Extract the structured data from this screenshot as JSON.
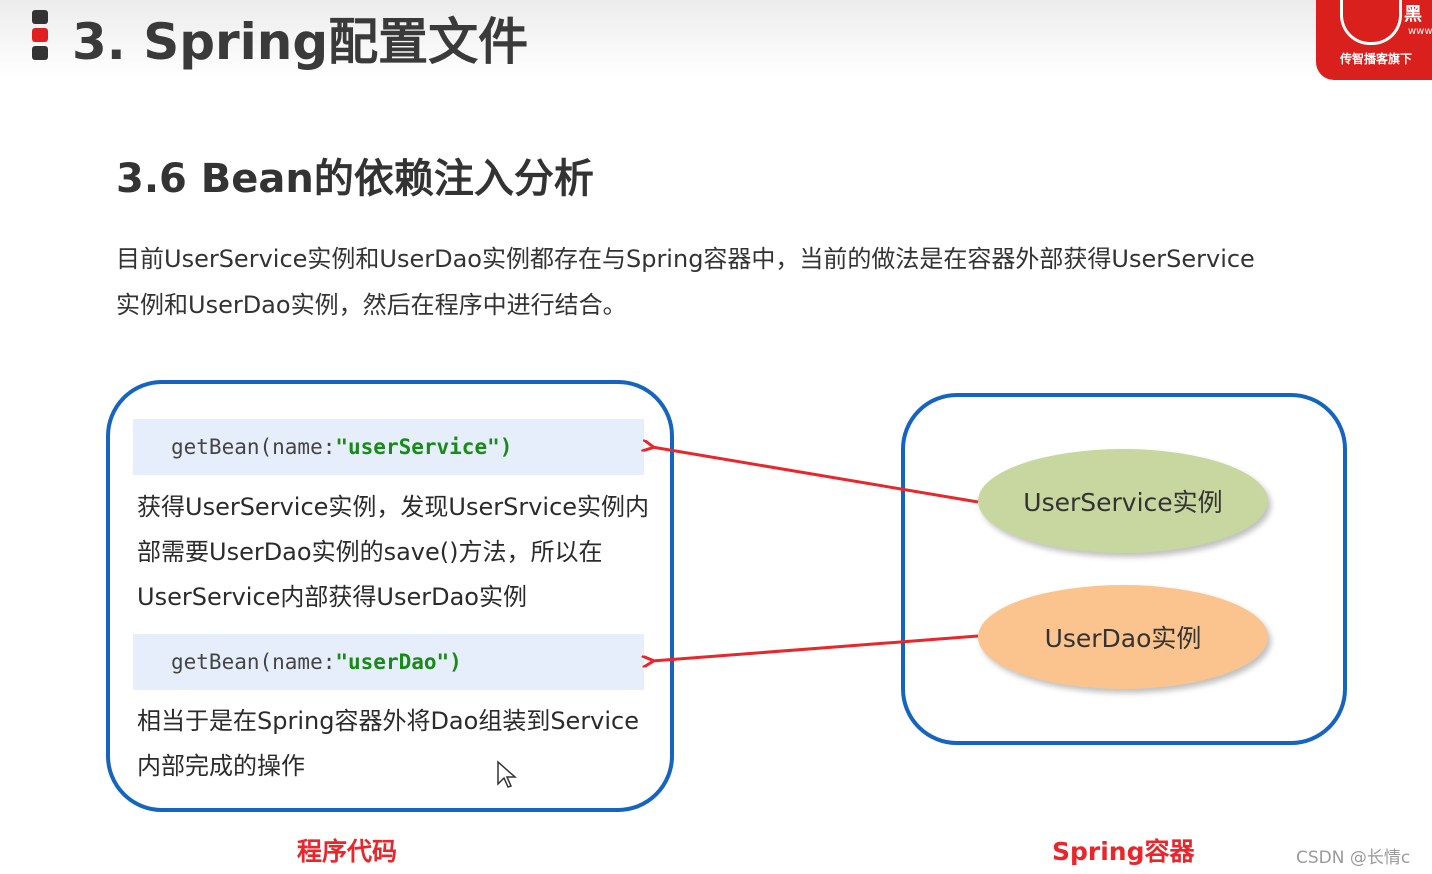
{
  "header": {
    "title": "3. Spring配置文件",
    "logo_text": [
      "黑",
      "www",
      "传智播客旗下"
    ]
  },
  "section_title": "3.6 Bean的依赖注入分析",
  "description": [
    "目前UserService实例和UserDao实例都存在与Spring容器中，当前的做法是在容器外部获得UserService",
    "实例和UserDao实例，然后在程序中进行结合。"
  ],
  "program_code": {
    "caption": "程序代码",
    "code_1": {
      "prefix": "getBean(name:",
      "string": "\"userService\")"
    },
    "note_1": [
      "获得UserService实例，发现UserSrvice实例内",
      "部需要UserDao实例的save()方法，所以在",
      "UserService内部获得UserDao实例"
    ],
    "code_2": {
      "prefix": "getBean(name:",
      "string": "\"userDao\")"
    },
    "note_2": [
      "相当于是在Spring容器外将Dao组装到Service",
      "内部完成的操作"
    ]
  },
  "spring_container": {
    "caption": "Spring容器",
    "service_instance": "UserService实例",
    "dao_instance": "UserDao实例"
  },
  "colors": {
    "box_border": "#1565c0",
    "arrow": "#e8262b",
    "service_ellipse": "#c8d6a0",
    "dao_ellipse": "#fbc48e",
    "caption": "#e8262b"
  },
  "watermark": "CSDN @长情c"
}
